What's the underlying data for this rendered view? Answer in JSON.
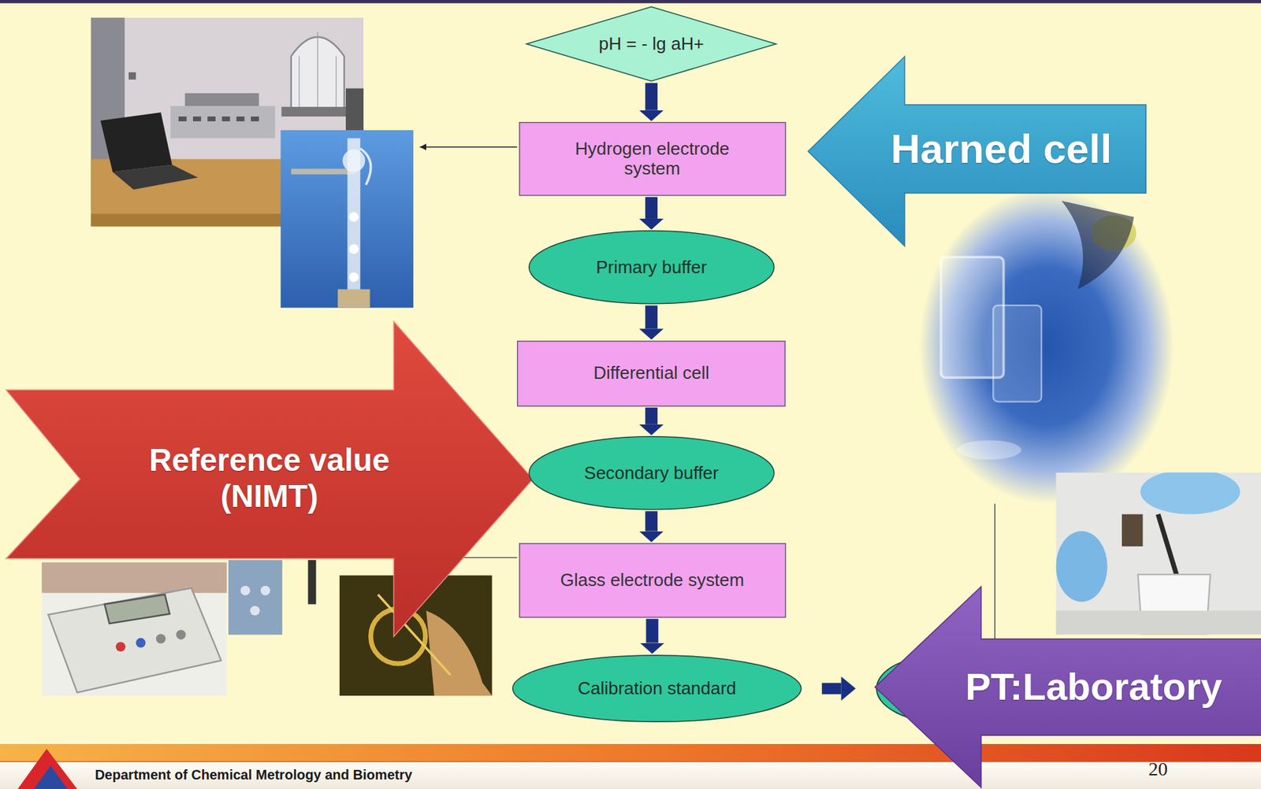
{
  "diagram": {
    "nodes": [
      {
        "text": [
          "pH = - lg aH+"
        ]
      },
      {
        "text": [
          "Hydrogen electrode system"
        ]
      },
      {
        "text": [
          "Harned cell"
        ]
      },
      {
        "text": [
          "Primary buffer"
        ]
      },
      {
        "text": [
          "Differential cell"
        ]
      },
      {
        "text": [
          "Reference value (NIMT)"
        ]
      },
      {
        "text": [
          "Secondary buffer"
        ]
      },
      {
        "text": [
          "Glass electrode system"
        ]
      },
      {
        "text": [
          "Calibration standard"
        ]
      },
      {
        "text": [
          "PT:Laboratory"
        ]
      }
    ],
    "edges": [
      {
        "from": 0,
        "to": 1,
        "arrow": "to"
      },
      {
        "from": 1,
        "to": 3,
        "arrow": "to"
      },
      {
        "from": 3,
        "to": 4,
        "arrow": "to"
      },
      {
        "from": 4,
        "to": 6,
        "arrow": "to"
      },
      {
        "from": 6,
        "to": 7,
        "arrow": "to"
      },
      {
        "from": 7,
        "to": 8,
        "arrow": "to"
      }
    ],
    "labels": [
      "Department of Chemical Metrology and Biometry",
      "20"
    ]
  }
}
